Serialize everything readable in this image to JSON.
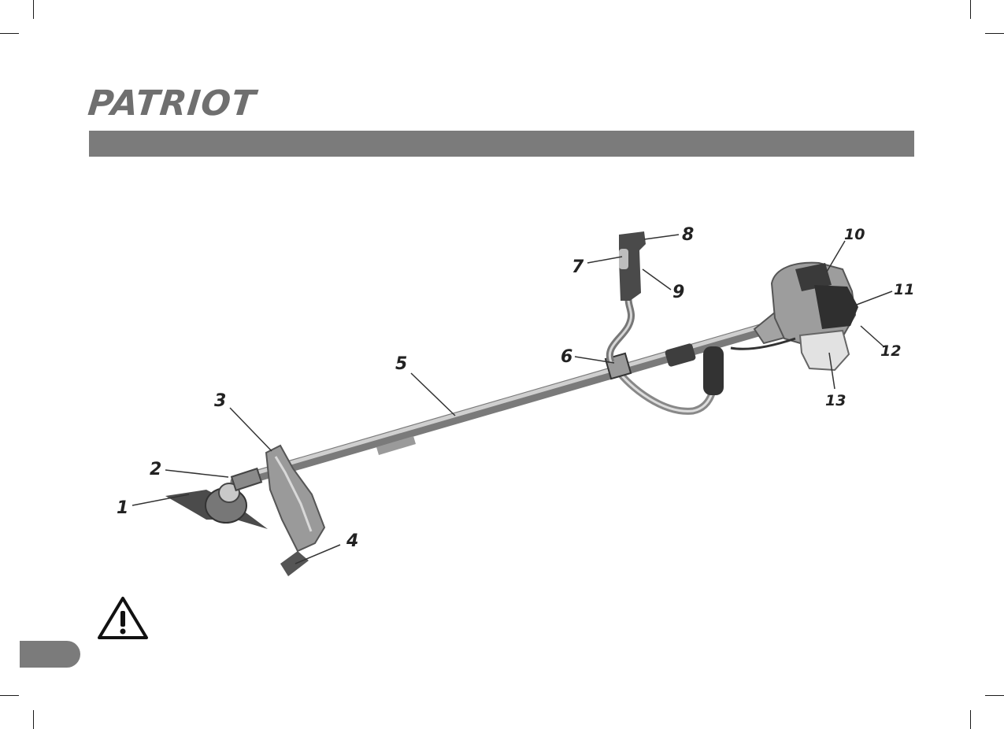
{
  "brand": {
    "name": "PATRIOT"
  },
  "diagram": {
    "callouts": [
      {
        "id": "1",
        "label": "1"
      },
      {
        "id": "2",
        "label": "2"
      },
      {
        "id": "3",
        "label": "3"
      },
      {
        "id": "4",
        "label": "4"
      },
      {
        "id": "5",
        "label": "5"
      },
      {
        "id": "6",
        "label": "6"
      },
      {
        "id": "7",
        "label": "7"
      },
      {
        "id": "8",
        "label": "8"
      },
      {
        "id": "9",
        "label": "9"
      },
      {
        "id": "10",
        "label": "10"
      },
      {
        "id": "11",
        "label": "11"
      },
      {
        "id": "12",
        "label": "12"
      },
      {
        "id": "13",
        "label": "13"
      }
    ]
  },
  "icons": {
    "warning": "warning-triangle-icon"
  },
  "colors": {
    "bar": "#7b7b7b",
    "logo": "#6f6f6f",
    "callout": "#222222"
  }
}
